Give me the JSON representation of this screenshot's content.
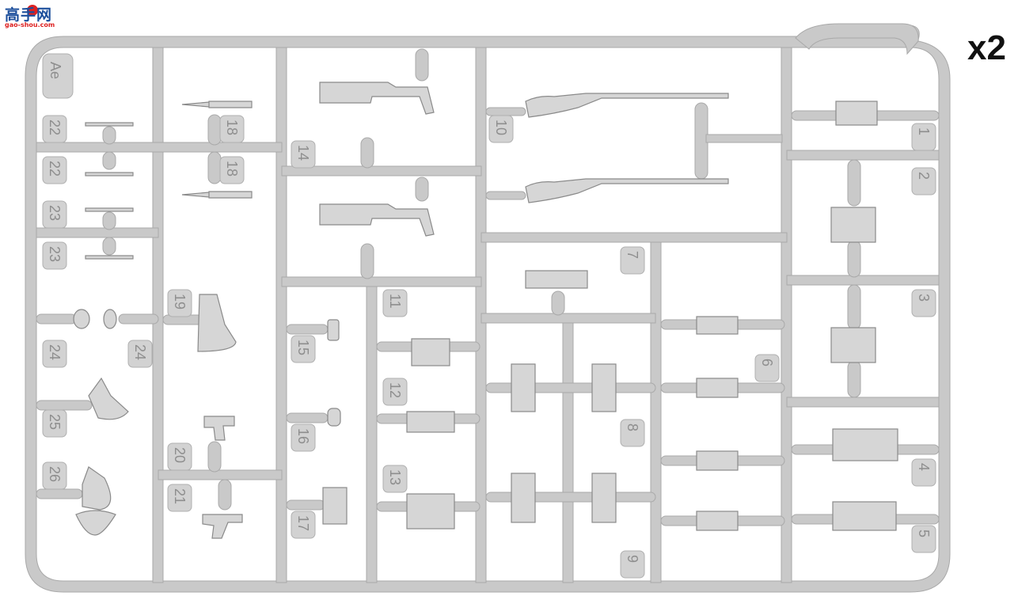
{
  "watermark": {
    "title": "高手网",
    "subtitle": "gao-shou.com"
  },
  "multiplier": "x2",
  "sprue_letter": "Ae",
  "part_numbers": [
    "22",
    "22",
    "23",
    "23",
    "24",
    "24",
    "25",
    "26",
    "18",
    "18",
    "19",
    "20",
    "21",
    "14",
    "15",
    "16",
    "17",
    "11",
    "12",
    "13",
    "10",
    "7",
    "8",
    "9",
    "6",
    "1",
    "2",
    "3",
    "4",
    "5"
  ],
  "colors": {
    "sprue": "#c9c9c9",
    "part": "#d6d6d6",
    "outline": "#8a8a8a",
    "numbers": "#8e8e8e"
  }
}
